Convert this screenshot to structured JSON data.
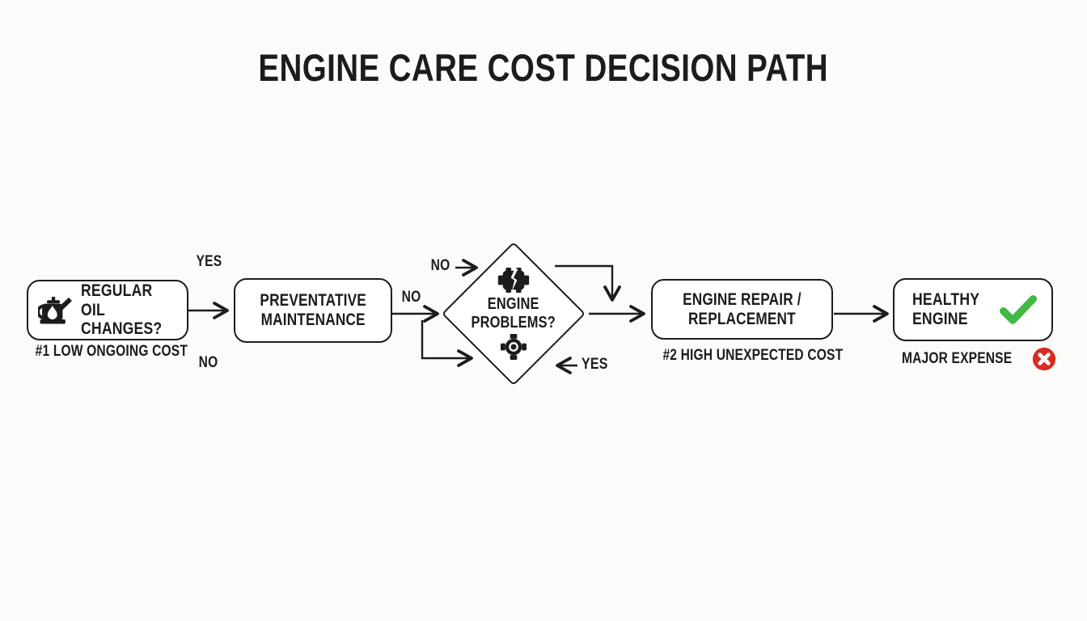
{
  "title": "ENGINE CARE COST DECISION PATH",
  "nodes": {
    "oil_changes": {
      "label": "REGULAR OIL\nCHANGES?",
      "icon": "oil-can-icon",
      "caption": "#1 LOW ONGOING COST"
    },
    "preventative": {
      "label": "PREVENTATIVE\nMAINTENANCE"
    },
    "decision": {
      "label": "ENGINE\nPROBLEMS?",
      "icon_top": "cracked-engine-icon",
      "icon_bottom": "engine-gear-icon"
    },
    "repair": {
      "label": "ENGINE REPAIR /\nREPLACEMENT",
      "caption": "#2 HIGH UNEXPECTED COST"
    },
    "healthy": {
      "label": "HEALTHY\nENGINE",
      "icon": "green-check-icon",
      "caption": "MAJOR EXPENSE",
      "caption_icon": "red-x-icon"
    }
  },
  "edge_labels": {
    "yes_top": "YES",
    "no_bottom": "NO",
    "no_mid": "NO",
    "no_diamond_top": "NO",
    "yes_diamond_bottom": "YES"
  },
  "colors": {
    "ink": "#1c1c1c",
    "node_fill": "#ffffff",
    "background": "#fbfbfa",
    "check_green": "#43b843",
    "x_red": "#d92b20"
  }
}
